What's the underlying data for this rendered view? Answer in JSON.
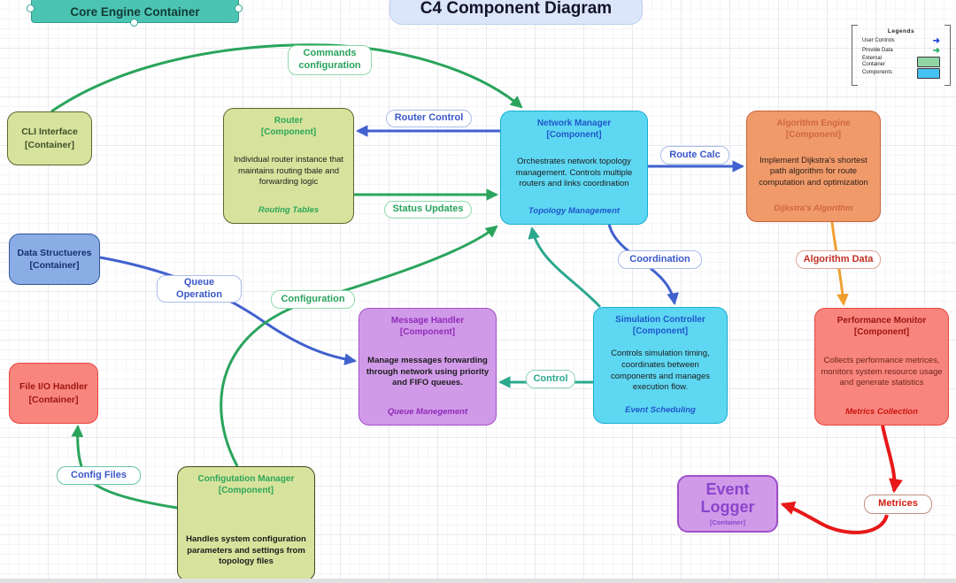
{
  "header": {
    "container_label": "Core Engine Container",
    "diagram_title": "C4 Component Diagram"
  },
  "legend": {
    "title": "Legends",
    "items": [
      {
        "label": "User Controls",
        "symbol": "blue-arrow"
      },
      {
        "label": "Provide Data",
        "symbol": "green-arrow"
      },
      {
        "label": "External Container",
        "symbol": "green-box"
      },
      {
        "label": "Components",
        "symbol": "blue-box"
      }
    ]
  },
  "nodes": {
    "cli": {
      "title": "CLI Interface",
      "subtitle": "[Container]"
    },
    "router": {
      "title": "Router",
      "type": "[Component]",
      "body": "Individual router instance that maintains routing tbale and forwarding logic",
      "tag": "Routing Tables"
    },
    "network_manager": {
      "title": "Network Manager",
      "type": "[Component]",
      "body": "Orchestrates network topology management. Controls multiple routers and links coordination",
      "tag": "Topology Management"
    },
    "algorithm_engine": {
      "title": "Algorithm Engine",
      "type": "[Component]",
      "body": "Implement Dijkstra's shortest path algorithm for route computation and optimization",
      "tag": "Dijkstra's Algorithm"
    },
    "data_structures": {
      "title": "Data Structueres",
      "subtitle": "[Container]"
    },
    "message_handler": {
      "title": "Message Handler",
      "type": "[Component]",
      "body": "Manage messages forwarding through network using priority and FIFO queues.",
      "tag": "Queue Manegement"
    },
    "simulation_controller": {
      "title": "Simulation Controller",
      "type": "[Component]",
      "body": "Controls simulation timing, coordinates between components and manages execution flow.",
      "tag": "Event Scheduling"
    },
    "performance_monitor": {
      "title": "Performance Monitor",
      "type": "[Component]",
      "body": "Collects performance metrices, monitors system resource usage and generate statistics",
      "tag": "Metrics Collection"
    },
    "file_io": {
      "title": "File I/O Handler",
      "subtitle": "[Container]"
    },
    "config_manager": {
      "title": "Configutation Manager",
      "type": "[Component]",
      "body": "Handles system configuration parameters and settings from topology files"
    },
    "event_logger": {
      "title": "Event Logger",
      "subtitle": "[Container]"
    }
  },
  "edge_labels": {
    "commands_configuration": "Commands configuration",
    "router_control": "Router Control",
    "status_updates": "Status Updates",
    "route_calc": "Route Calc",
    "coordination": "Coordination",
    "queue_operation": "Queue Operation",
    "configuration": "Configuration",
    "control": "Control",
    "algorithm_data": "Algorithm Data",
    "config_files": "Config Files",
    "metrices": "Metrices"
  },
  "colors": {
    "edge_green": "#2aa45c",
    "edge_blue": "#4161cf",
    "edge_teal": "#2ba88e",
    "edge_orange": "#f0a030",
    "edge_red": "#e81818",
    "fill_olive": "#d7e39c",
    "fill_cyan": "#5ed7f2",
    "fill_orange": "#f09a6a",
    "fill_blue": "#8bade6",
    "fill_purple": "#d19ae9",
    "fill_red": "#f8867e",
    "fill_teal_header": "#4cc4b3",
    "fill_title": "#dbe6fa"
  }
}
